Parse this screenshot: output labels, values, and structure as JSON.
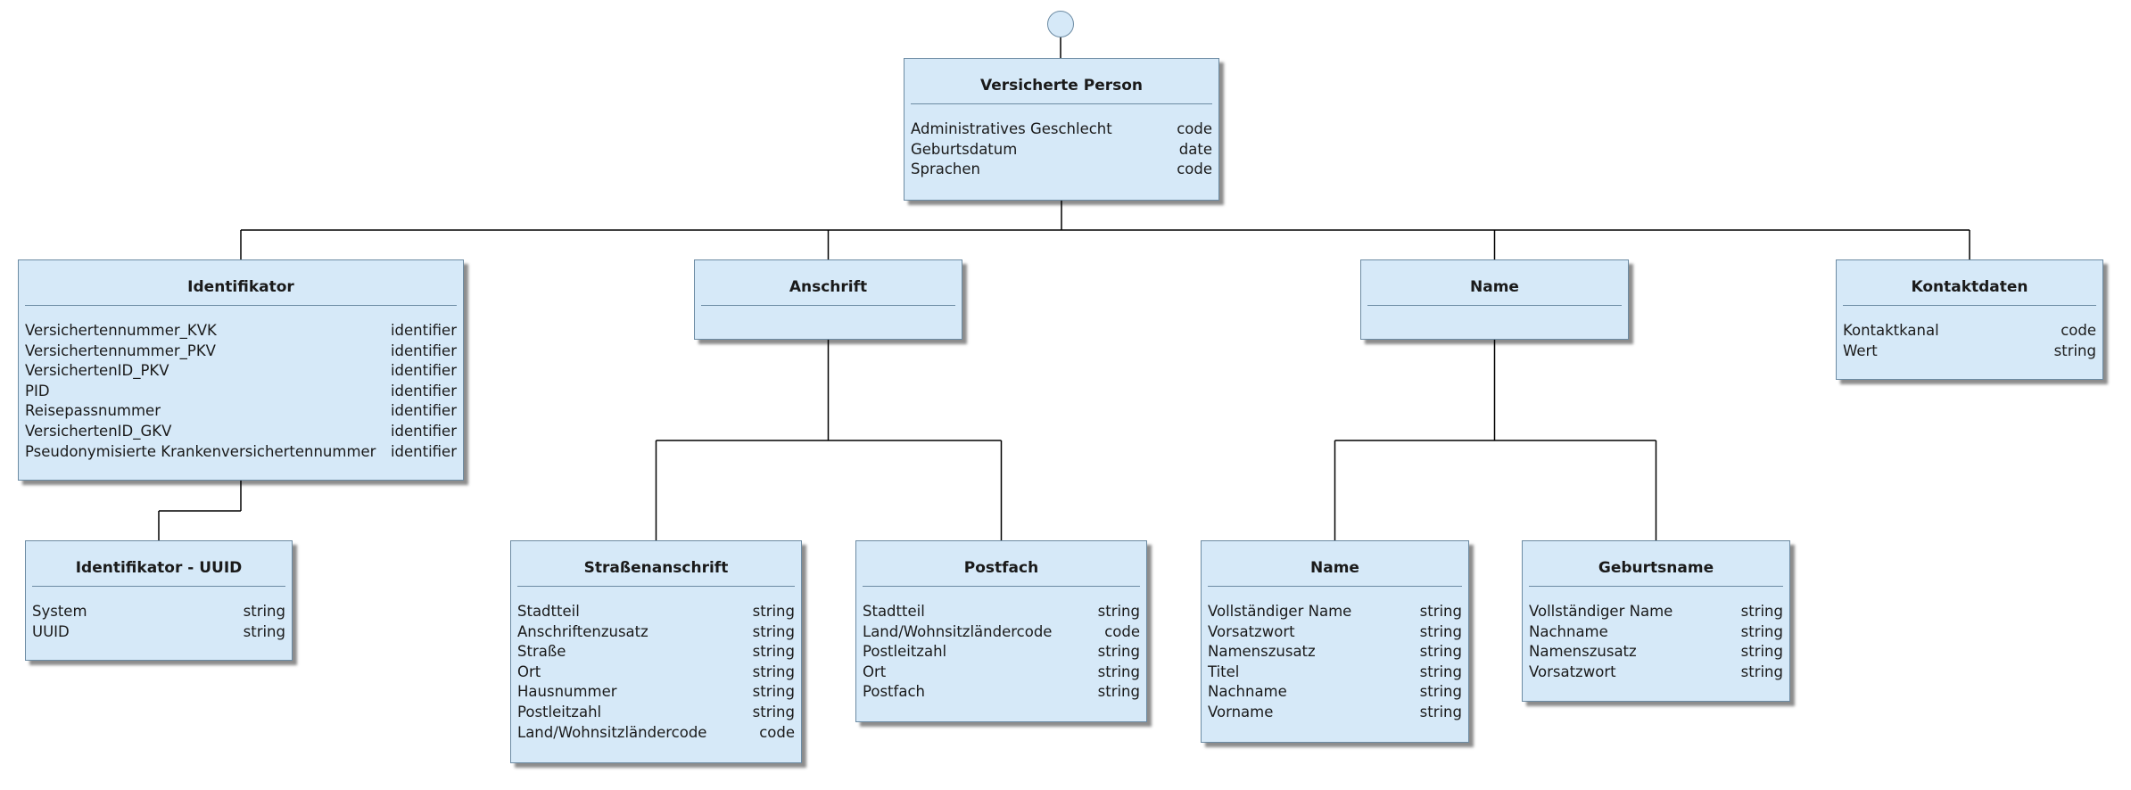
{
  "diagram": {
    "root": {
      "icon": "root-circle-icon"
    },
    "classes": [
      {
        "id": "versicherte-person",
        "title": "Versicherte Person",
        "attributes": [
          {
            "name": "Administratives Geschlecht",
            "type": "code"
          },
          {
            "name": "Geburtsdatum",
            "type": "date"
          },
          {
            "name": "Sprachen",
            "type": "code"
          }
        ]
      },
      {
        "id": "identifikator",
        "title": "Identifikator",
        "attributes": [
          {
            "name": "Versichertennummer_KVK",
            "type": "identifier"
          },
          {
            "name": "Versichertennummer_PKV",
            "type": "identifier"
          },
          {
            "name": "VersichertenID_PKV",
            "type": "identifier"
          },
          {
            "name": "PID",
            "type": "identifier"
          },
          {
            "name": "Reisepassnummer",
            "type": "identifier"
          },
          {
            "name": "VersichertenID_GKV",
            "type": "identifier"
          },
          {
            "name": "Pseudonymisierte Krankenversichertennummer",
            "type": "identifier"
          }
        ]
      },
      {
        "id": "anschrift",
        "title": "Anschrift",
        "attributes": []
      },
      {
        "id": "name",
        "title": "Name",
        "attributes": []
      },
      {
        "id": "kontaktdaten",
        "title": "Kontaktdaten",
        "attributes": [
          {
            "name": "Kontaktkanal",
            "type": "code"
          },
          {
            "name": "Wert",
            "type": "string"
          }
        ]
      },
      {
        "id": "identifikator-uuid",
        "title": "Identifikator - UUID",
        "attributes": [
          {
            "name": "System",
            "type": "string"
          },
          {
            "name": "UUID",
            "type": "string"
          }
        ]
      },
      {
        "id": "strassenanschrift",
        "title": "Straßenanschrift",
        "attributes": [
          {
            "name": "Stadtteil",
            "type": "string"
          },
          {
            "name": "Anschriftenzusatz",
            "type": "string"
          },
          {
            "name": "Straße",
            "type": "string"
          },
          {
            "name": "Ort",
            "type": "string"
          },
          {
            "name": "Hausnummer",
            "type": "string"
          },
          {
            "name": "Postleitzahl",
            "type": "string"
          },
          {
            "name": "Land/Wohnsitzländercode",
            "type": "code"
          }
        ]
      },
      {
        "id": "postfach",
        "title": "Postfach",
        "attributes": [
          {
            "name": "Stadtteil",
            "type": "string"
          },
          {
            "name": "Land/Wohnsitzländercode",
            "type": "code"
          },
          {
            "name": "Postleitzahl",
            "type": "string"
          },
          {
            "name": "Ort",
            "type": "string"
          },
          {
            "name": "Postfach",
            "type": "string"
          }
        ]
      },
      {
        "id": "name-detail",
        "title": "Name",
        "attributes": [
          {
            "name": "Vollständiger Name",
            "type": "string"
          },
          {
            "name": "Vorsatzwort",
            "type": "string"
          },
          {
            "name": "Namenszusatz",
            "type": "string"
          },
          {
            "name": "Titel",
            "type": "string"
          },
          {
            "name": "Nachname",
            "type": "string"
          },
          {
            "name": "Vorname",
            "type": "string"
          }
        ]
      },
      {
        "id": "geburtsname",
        "title": "Geburtsname",
        "attributes": [
          {
            "name": "Vollständiger Name",
            "type": "string"
          },
          {
            "name": "Nachname",
            "type": "string"
          },
          {
            "name": "Namenszusatz",
            "type": "string"
          },
          {
            "name": "Vorsatzwort",
            "type": "string"
          }
        ]
      }
    ],
    "edges": [
      {
        "from": "versicherte-person",
        "to": "identifikator"
      },
      {
        "from": "versicherte-person",
        "to": "anschrift"
      },
      {
        "from": "versicherte-person",
        "to": "name"
      },
      {
        "from": "versicherte-person",
        "to": "kontaktdaten"
      },
      {
        "from": "identifikator",
        "to": "identifikator-uuid"
      },
      {
        "from": "anschrift",
        "to": "strassenanschrift"
      },
      {
        "from": "anschrift",
        "to": "postfach"
      },
      {
        "from": "name",
        "to": "name-detail"
      },
      {
        "from": "name",
        "to": "geburtsname"
      }
    ]
  }
}
